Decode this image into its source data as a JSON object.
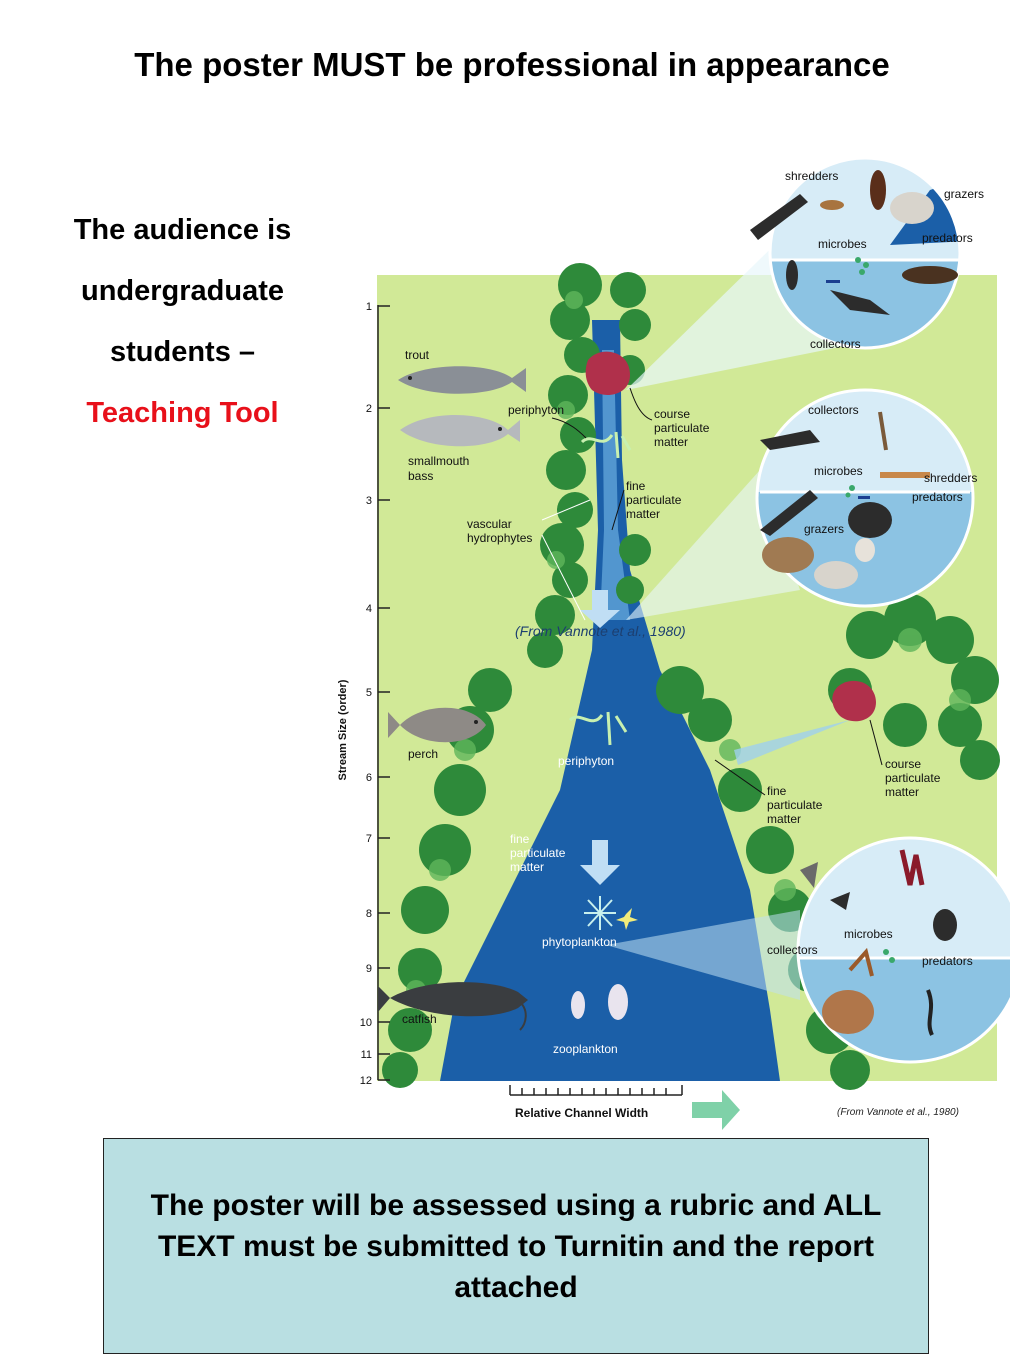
{
  "slide": {
    "title": "The poster MUST be professional in appearance",
    "audience": {
      "line1": "The audience is",
      "line2": "undergraduate",
      "line3": "students –",
      "line4": "Teaching Tool"
    },
    "note": "The poster will be assessed using a rubric and ALL TEXT must be submitted to Turnitin and the report attached"
  },
  "diagram": {
    "yaxis_label": "Stream Size (order)",
    "ticks": [
      "1",
      "2",
      "3",
      "4",
      "5",
      "6",
      "7",
      "8",
      "9",
      "10",
      "11",
      "12"
    ],
    "xaxis_label": "Relative Channel Width",
    "credit_inline": "(From Vannote et al., 1980)",
    "credit_corner": "(From Vannote et al., 1980)",
    "fish": {
      "trout": "trout",
      "smallmouth_1": "smallmouth",
      "smallmouth_2": "bass",
      "perch": "perch",
      "catfish": "catfish"
    },
    "stream_labels": {
      "periphyton_top": "periphyton",
      "course_top_1": "course",
      "course_top_2": "particulate",
      "course_top_3": "matter",
      "fine_top_1": "fine",
      "fine_top_2": "particulate",
      "fine_top_3": "matter",
      "vascular_1": "vascular",
      "vascular_2": "hydrophytes",
      "periphyton_mid": "periphyton",
      "course_mid_1": "course",
      "course_mid_2": "particulate",
      "course_mid_3": "matter",
      "fine_mid_1": "fine",
      "fine_mid_2": "particulate",
      "fine_mid_3": "matter",
      "fine_low_1": "fine",
      "fine_low_2": "particulate",
      "fine_low_3": "matter",
      "phytoplankton": "phytoplankton",
      "zooplankton": "zooplankton"
    },
    "circle_top": {
      "shredders": "shredders",
      "grazers": "grazers",
      "microbes": "microbes",
      "predators": "predators",
      "collectors": "collectors"
    },
    "circle_mid": {
      "collectors": "collectors",
      "microbes": "microbes",
      "shredders": "shredders",
      "predators": "predators",
      "grazers": "grazers"
    },
    "circle_low": {
      "microbes": "microbes",
      "collectors": "collectors",
      "predators": "predators"
    },
    "colors": {
      "river": "#1b5fa8",
      "bank": "#c9e58a",
      "tree": "#2e8a3a",
      "circle_water": "#8cc3e3",
      "circle_sky": "#d7ecf7"
    }
  }
}
